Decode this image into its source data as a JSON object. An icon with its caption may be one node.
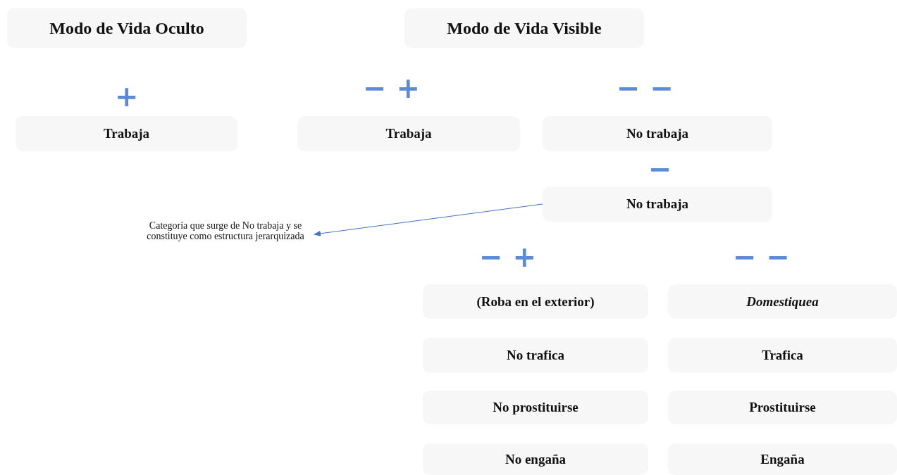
{
  "diagram": {
    "nodes": [
      {
        "text": [
          "Modo de Vida Oculto"
        ]
      },
      {
        "text": [
          "Modo de Vida Visible"
        ]
      },
      {
        "text": [
          "Trabaja"
        ]
      },
      {
        "text": [
          "Trabaja"
        ]
      },
      {
        "text": [
          "No trabaja"
        ]
      },
      {
        "text": [
          "No trabaja"
        ]
      },
      {
        "text": [
          "Categoría que surge de No trabaja y se constituye como estructura jerarquizada"
        ]
      },
      {
        "text": [
          "(Roba en el exterior)"
        ]
      },
      {
        "text": [
          "Domestiquea"
        ]
      },
      {
        "text": [
          "No trafica"
        ]
      },
      {
        "text": [
          "Trafica"
        ]
      },
      {
        "text": [
          "No prostituirse"
        ]
      },
      {
        "text": [
          "Prostituirse"
        ]
      },
      {
        "text": [
          "No engaña"
        ]
      },
      {
        "text": [
          "Engaña"
        ]
      }
    ],
    "edges": [
      {
        "from": 5,
        "to": 6,
        "arrow": "to"
      }
    ],
    "labels": [
      "+",
      "− +",
      "− −",
      "−",
      "− +",
      "− −"
    ]
  }
}
